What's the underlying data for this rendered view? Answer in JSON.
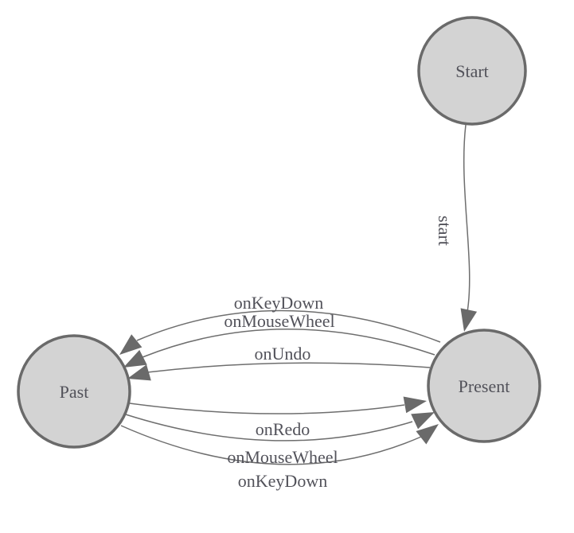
{
  "diagram": {
    "type": "state-machine",
    "background": "#ffffff",
    "colors": {
      "node_fill": "#d3d3d3",
      "node_stroke": "#6a6a6a",
      "edge_stroke": "#6e6e6e",
      "arrow_fill": "#6a6a6a",
      "label_text": "#52525a"
    },
    "nodes": [
      {
        "id": "start",
        "label": "Start"
      },
      {
        "id": "present",
        "label": "Present"
      },
      {
        "id": "past",
        "label": "Past"
      }
    ],
    "edges": [
      {
        "from": "Start",
        "to": "Present",
        "label": "start"
      },
      {
        "from": "Present",
        "to": "Past",
        "label": "onKeyDown"
      },
      {
        "from": "Present",
        "to": "Past",
        "label": "onMouseWheel"
      },
      {
        "from": "Present",
        "to": "Past",
        "label": "onUndo"
      },
      {
        "from": "Past",
        "to": "Present",
        "label": "onRedo"
      },
      {
        "from": "Past",
        "to": "Present",
        "label": "onMouseWheel"
      },
      {
        "from": "Past",
        "to": "Present",
        "label": "onKeyDown"
      }
    ]
  }
}
